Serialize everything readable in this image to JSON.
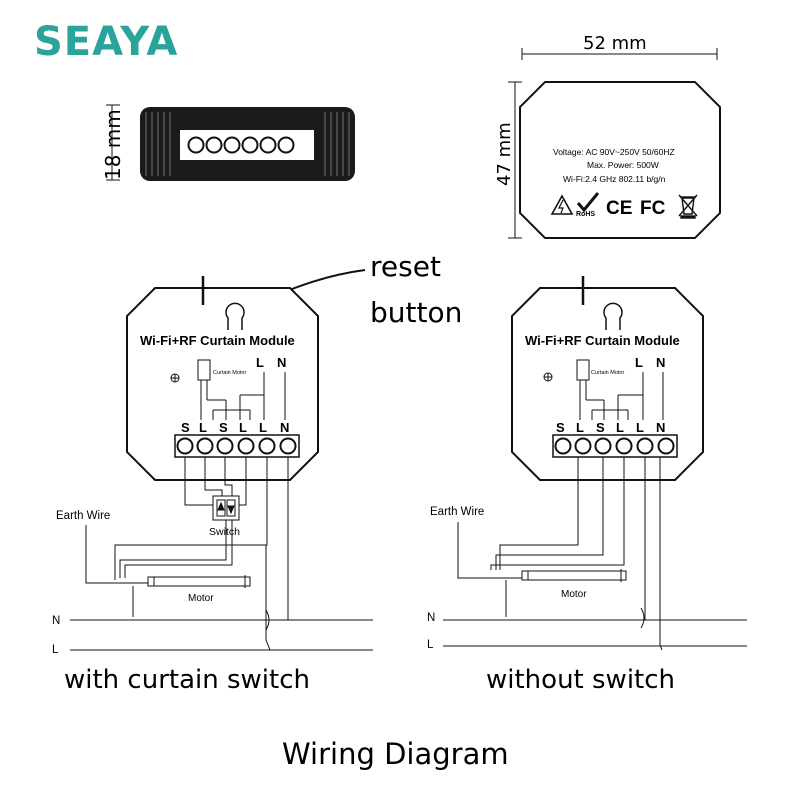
{
  "brand": {
    "name": "SEAYA",
    "color": "#2aa39a"
  },
  "dimensions": {
    "width": "52 mm",
    "height_front": "47 mm",
    "depth": "18 mm"
  },
  "label": {
    "voltage": "Voltage: AC 90V~250V   50/60HZ",
    "power": "Max. Power: 500W",
    "wifi": "Wi-Fi:2.4 GHz    802.11 b/g/n",
    "certs": {
      "rohs": "RoHS",
      "ce": "CE",
      "fc": "FC"
    }
  },
  "reset": {
    "line1": "reset",
    "line2": "button"
  },
  "module": {
    "title": "Wi-Fi+RF Curtain Module",
    "motor_label": "Curtain Motor",
    "top_L": "L",
    "top_N": "N",
    "terminals": [
      "S",
      "L",
      "S",
      "L",
      "L",
      "N"
    ]
  },
  "left_wiring": {
    "earth": "Earth Wire",
    "switch": "Switch",
    "motor": "Motor",
    "N": "N",
    "L": "L",
    "caption": "with curtain switch"
  },
  "right_wiring": {
    "earth": "Earth Wire",
    "motor": "Motor",
    "N": "N",
    "L": "L",
    "caption": "without switch"
  },
  "footer": {
    "title": "Wiring Diagram"
  }
}
